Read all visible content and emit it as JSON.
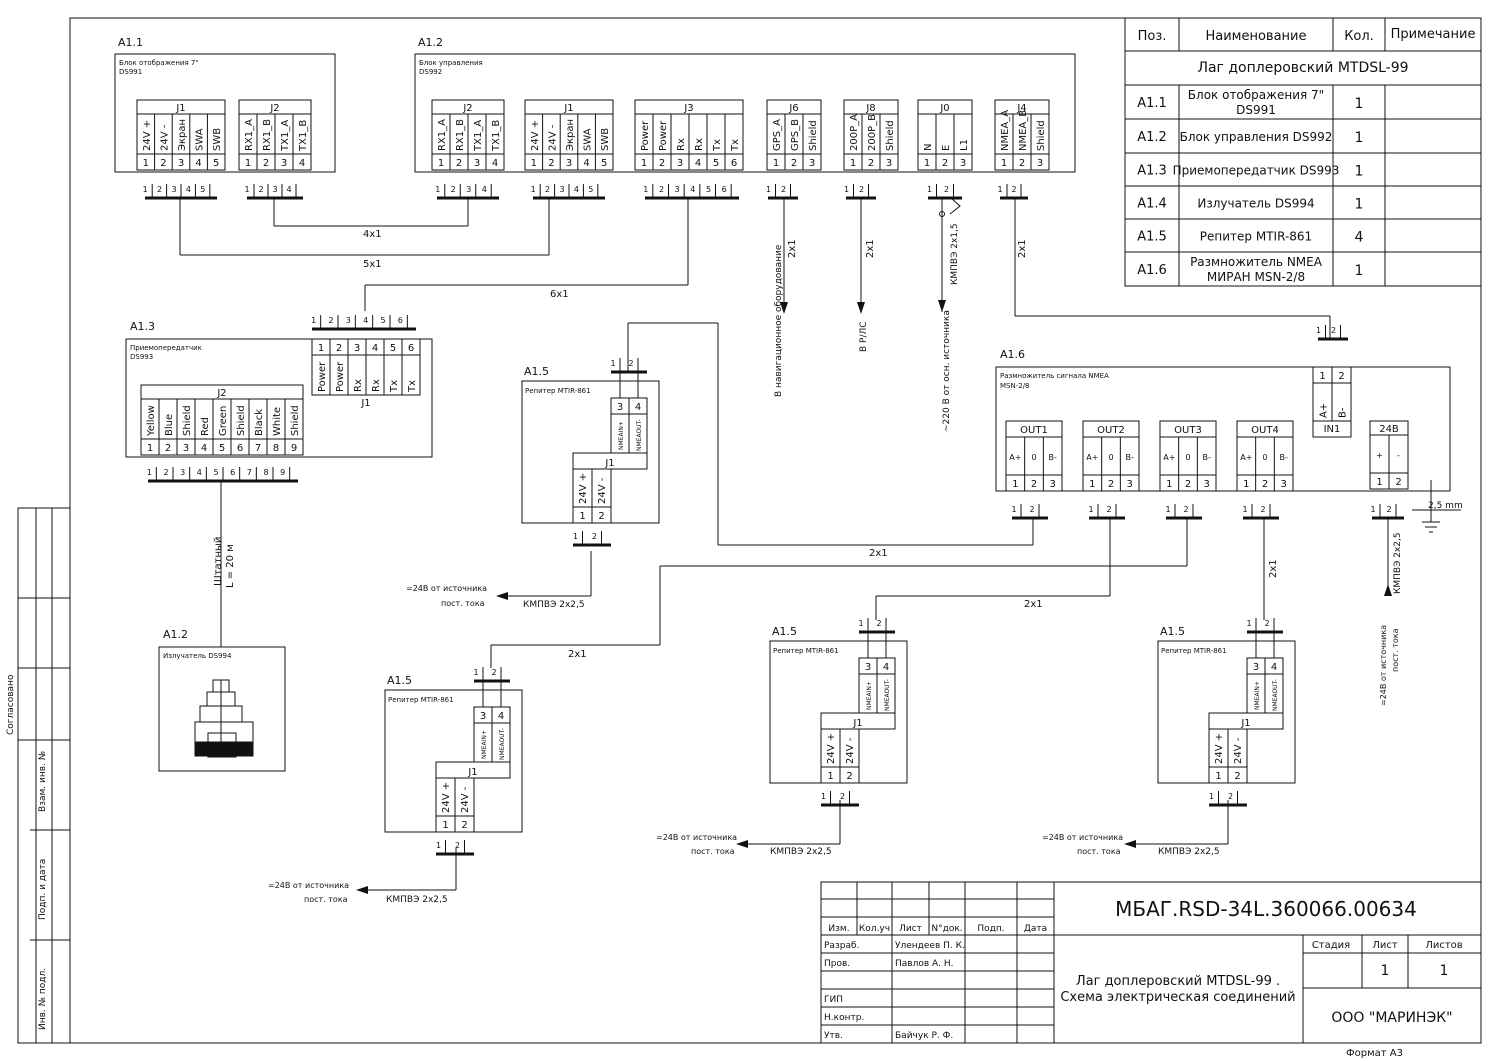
{
  "blocks": {
    "a11": {
      "pos": "A1.1",
      "name": "Блок отображения 7\"",
      "model": "DS991",
      "j1": {
        "title": "J1",
        "pins": [
          "24V +",
          "24V -",
          "Экран",
          "SWA",
          "SWB"
        ],
        "nums": [
          "1",
          "2",
          "3",
          "4",
          "5"
        ]
      },
      "j2": {
        "title": "J2",
        "pins": [
          "RX1_A",
          "RX1_B",
          "TX1_A",
          "TX1_B"
        ],
        "nums": [
          "1",
          "2",
          "3",
          "4"
        ]
      }
    },
    "a12": {
      "pos": "A1.2",
      "name": "Блок управления",
      "model": "DS992",
      "j2": {
        "title": "J2",
        "pins": [
          "RX1_A",
          "RX1_B",
          "TX1_A",
          "TX1_B"
        ],
        "nums": [
          "1",
          "2",
          "3",
          "4"
        ]
      },
      "j1": {
        "title": "J1",
        "pins": [
          "24V +",
          "24V -",
          "Экран",
          "SWA",
          "SWB"
        ],
        "nums": [
          "1",
          "2",
          "3",
          "4",
          "5"
        ]
      },
      "j3": {
        "title": "J3",
        "pins": [
          "Power",
          "Power",
          "Rx",
          "Rx",
          "Tx",
          "Tx"
        ],
        "nums": [
          "1",
          "2",
          "3",
          "4",
          "5",
          "6"
        ]
      },
      "j6": {
        "title": "J6",
        "pins": [
          "GPS_A",
          "GPS_B",
          "Shield"
        ],
        "nums": [
          "1",
          "2",
          "3"
        ]
      },
      "j8": {
        "title": "J8",
        "pins": [
          "200P_A",
          "200P_B",
          "Shield"
        ],
        "nums": [
          "1",
          "2",
          "3"
        ]
      },
      "j0": {
        "title": "J0",
        "pins": [
          "N",
          "E",
          "L1"
        ],
        "nums": [
          "1",
          "2",
          "3"
        ]
      },
      "j4": {
        "title": "J4",
        "pins": [
          "NMEA_A",
          "NMEA_B",
          "Shield"
        ],
        "nums": [
          "1",
          "2",
          "3"
        ]
      }
    },
    "a13": {
      "pos": "A1.3",
      "name": "Приемопередатчик",
      "model": "DS993",
      "j1": {
        "title": "J1",
        "pins": [
          "Power",
          "Power",
          "Rx",
          "Rx",
          "Tx",
          "Tx"
        ],
        "nums": [
          "1",
          "2",
          "3",
          "4",
          "5",
          "6"
        ]
      },
      "j2": {
        "title": "J2",
        "pins": [
          "Yellow",
          "Blue",
          "Shield",
          "Red",
          "Green",
          "Shield",
          "Black",
          "White",
          "Shield"
        ],
        "nums": [
          "1",
          "2",
          "3",
          "4",
          "5",
          "6",
          "7",
          "8",
          "9"
        ]
      }
    },
    "a14": {
      "pos": "A1.2",
      "name": "Излучатель DS994"
    },
    "a16": {
      "pos": "A1.6",
      "name": "Размножитель сигнала NMEA",
      "model": "MSN-2/8",
      "outs": [
        "OUT1",
        "OUT2",
        "OUT3",
        "OUT4"
      ],
      "out_pins": [
        "A+",
        "0",
        "B-"
      ],
      "out_nums": [
        "1",
        "2",
        "3"
      ],
      "in1": {
        "title": "IN1",
        "pins": [
          "A+",
          "B-"
        ],
        "nums": [
          "1",
          "2"
        ]
      },
      "p24": {
        "title": "24В",
        "pins": [
          "+",
          "-"
        ],
        "nums": [
          "1",
          "2"
        ]
      }
    },
    "rep": {
      "pos": "A1.5",
      "name": "Репитер MTIR-861",
      "j1": "J1",
      "pins_top": [
        "3",
        "4"
      ],
      "sig": [
        "NMEAIN+",
        "NMEAOUT-"
      ],
      "pwr": [
        "24V +",
        "24V -"
      ],
      "pwr_nums": [
        "1",
        "2"
      ]
    }
  },
  "wires": {
    "w4x1": "4x1",
    "w5x1": "5x1",
    "w6x1": "6x1",
    "w2x1": "2x1",
    "w2x15": "КМПВЭ 2x1,5",
    "kmpv": "КМПВЭ 2x2,5",
    "nav": "В навигационное оборудование",
    "rls": "В Р/ЛС",
    "ac": "~220 В от осн. источника",
    "dc24_1": "=24В от источника",
    "dc24_2": "пост. тока",
    "dc24_side": "=24В от источника пост. тока",
    "cable": "Штатный",
    "cable_len": "L = 20 м",
    "ground": "2,5 mm"
  },
  "pin_nums": {
    "p2": [
      "1",
      "2"
    ],
    "p3": [
      "1",
      "2",
      "3"
    ],
    "p4": [
      "1",
      "2",
      "3",
      "4"
    ],
    "p5": [
      "1",
      "2",
      "3",
      "4",
      "5"
    ],
    "p6": [
      "1",
      "2",
      "3",
      "4",
      "5",
      "6"
    ],
    "p9": [
      "1",
      "2",
      "3",
      "4",
      "5",
      "6",
      "7",
      "8",
      "9"
    ]
  },
  "spec": {
    "headers": [
      "Поз.",
      "Наименование",
      "Кол.",
      "Примечание"
    ],
    "group": "Лаг доплеровский MTDSL-99",
    "rows": [
      {
        "pos": "A1.1",
        "name1": "Блок отображения 7\"",
        "name2": "DS991",
        "qty": "1"
      },
      {
        "pos": "A1.2",
        "name1": "Блок управления DS992",
        "name2": "",
        "qty": "1"
      },
      {
        "pos": "A1.3",
        "name1": "Приемопередатчик DS993",
        "name2": "",
        "qty": "1"
      },
      {
        "pos": "A1.4",
        "name1": "Излучатель DS994",
        "name2": "",
        "qty": "1"
      },
      {
        "pos": "A1.5",
        "name1": "Репитер MTIR-861",
        "name2": "",
        "qty": "4"
      },
      {
        "pos": "A1.6",
        "name1": "Размножитель NMEA",
        "name2": "МИРАН MSN-2/8",
        "qty": "1"
      }
    ]
  },
  "stamp": {
    "code": "МБАГ.RSD-34L.360066.00634",
    "cols": [
      "Изм.",
      "Кол.уч",
      "Лист",
      "N°док.",
      "Подп.",
      "Дата"
    ],
    "roles": [
      {
        "role": "Разраб.",
        "name": "Улендеев П. К."
      },
      {
        "role": "Пров.",
        "name": "Павлов А. Н."
      },
      {
        "role": "",
        "name": ""
      },
      {
        "role": "ГИП",
        "name": ""
      },
      {
        "role": "Н.контр.",
        "name": ""
      },
      {
        "role": "Утв.",
        "name": "Байчук Р. Ф."
      }
    ],
    "title1": "Лаг доплеровский MTDSL-99 .",
    "title2": "Схема электрическая соединений",
    "stage_h": "Стадия",
    "sheet_h": "Лист",
    "sheets_h": "Листов",
    "stage": "",
    "sheet": "1",
    "sheets": "1",
    "org": "ООО \"МАРИНЭК\"",
    "format": "Формат А3"
  },
  "side": [
    "Согласовано",
    "Взам. инв. №",
    "Подп. и дата",
    "Инв. № подл."
  ]
}
